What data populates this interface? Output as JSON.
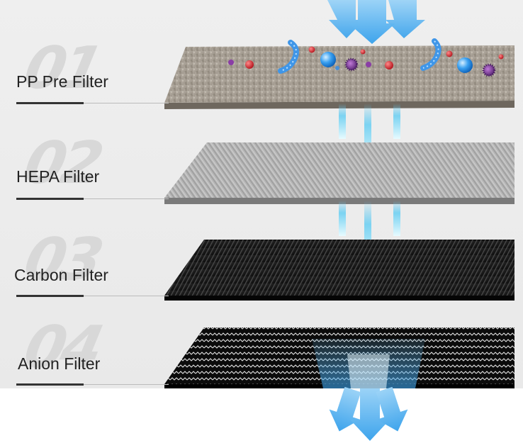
{
  "layers": [
    {
      "number": "01",
      "label": "PP Pre Filter"
    },
    {
      "number": "02",
      "label": "HEPA Filter"
    },
    {
      "number": "03",
      "label": "Carbon Filter"
    },
    {
      "number": "04",
      "label": "Anion Filter"
    }
  ],
  "colors": {
    "background": "#ececec",
    "label_text": "#222222",
    "number_watermark": "#d8d8d8",
    "airflow_arrow": "#4fb0ee",
    "filtered_arrow": "#cfeffb",
    "pp_layer": "#a79f94",
    "hepa_layer": "#b8b8b8",
    "carbon_layer": "#151515",
    "anion_layer": "#0b0b0b"
  },
  "icons": [
    "airflow-arrow-icon",
    "bacteria-icon",
    "virus-icon",
    "dust-particle-icon",
    "germ-icon"
  ]
}
